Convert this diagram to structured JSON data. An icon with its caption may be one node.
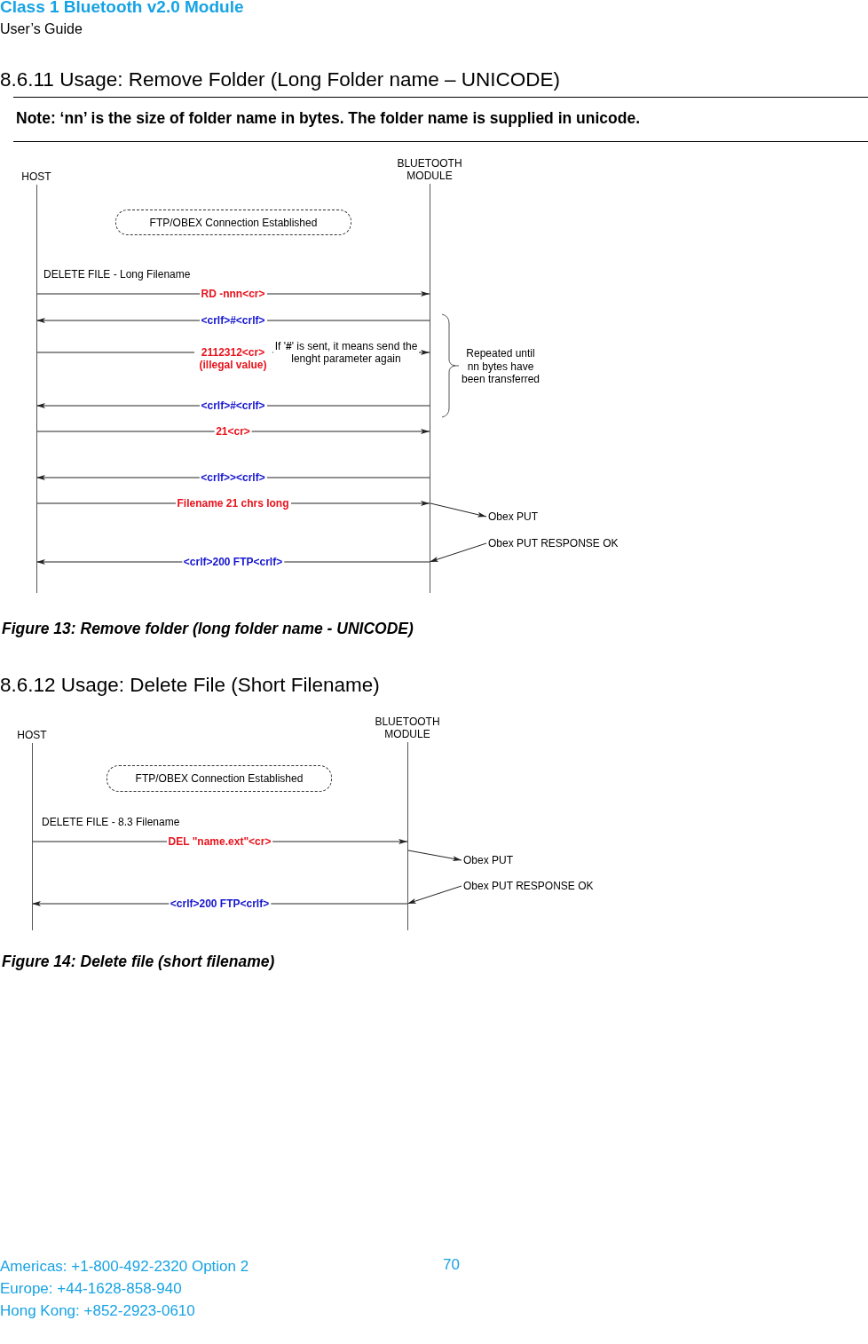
{
  "diagram": {
    "nodes": [
      {
        "text": [
          "HOST"
        ]
      },
      {
        "text": [
          "BLUETOOTH MODULE"
        ]
      },
      {
        "text": [
          "FTP/OBEX Connection Established"
        ]
      },
      {
        "text": [
          "Obex PUT"
        ]
      },
      {
        "text": [
          "Obex PUT RESPONSE OK"
        ]
      },
      {
        "text": [
          "HOST"
        ]
      },
      {
        "text": [
          "BLUETOOTH MODULE"
        ]
      },
      {
        "text": [
          "FTP/OBEX Connection Established"
        ]
      },
      {
        "text": [
          "Obex PUT"
        ]
      },
      {
        "text": [
          "Obex PUT RESPONSE OK"
        ]
      }
    ],
    "edges": [
      {
        "from": 0,
        "to": 1,
        "arrow": "to",
        "label": "RD -nnn<cr>"
      },
      {
        "from": 1,
        "to": 0,
        "arrow": "to",
        "label": "<crlf>#<crlf>"
      },
      {
        "from": 0,
        "to": 1,
        "arrow": "to",
        "label": "2112312<cr> (illegal value)"
      },
      {
        "from": 1,
        "to": 0,
        "arrow": "to",
        "label": "<crlf>#<crlf>"
      },
      {
        "from": 0,
        "to": 1,
        "arrow": "to",
        "label": "21<cr>"
      },
      {
        "from": 1,
        "to": 0,
        "arrow": "to",
        "label": "<crlf>><crlf>"
      },
      {
        "from": 0,
        "to": 1,
        "arrow": "to",
        "label": "Filename 21 chrs long"
      },
      {
        "from": 1,
        "to": 0,
        "arrow": "to",
        "label": "<crlf>200 FTP<crlf>"
      },
      {
        "from": 1,
        "to": 3,
        "arrow": "to"
      },
      {
        "from": 4,
        "to": 1,
        "arrow": "to"
      },
      {
        "from": 5,
        "to": 6,
        "arrow": "to",
        "label": "DEL \"name.ext\"<cr>"
      },
      {
        "from": 6,
        "to": 5,
        "arrow": "to",
        "label": "<crlf>200 FTP<crlf>"
      },
      {
        "from": 6,
        "to": 8,
        "arrow": "to"
      },
      {
        "from": 9,
        "to": 6,
        "arrow": "to"
      }
    ],
    "labels": [
      "Class 1 Bluetooth v2.0 Module",
      "User’s Guide",
      "8.6.11 Usage: Remove Folder (Long Folder name – UNICODE)",
      "Note: ‘nn’ is the size of folder name in bytes. The folder name is supplied in unicode.",
      "DELETE FILE - Long Filename",
      "If '**#**' is sent, it means send the lenght parameter again",
      "Repeated until nn bytes have been transferred",
      "Figure 13: Remove folder (long folder name - UNICODE)",
      "8.6.12 Usage: Delete File (Short Filename)",
      "DELETE FILE - 8.3 Filename",
      "Figure 14: Delete file (short filename)",
      "Americas: +1-800-492-2320 Option 2",
      "70",
      "Europe: +44-1628-858-940",
      "Hong Kong: +852-2923-0610"
    ]
  }
}
